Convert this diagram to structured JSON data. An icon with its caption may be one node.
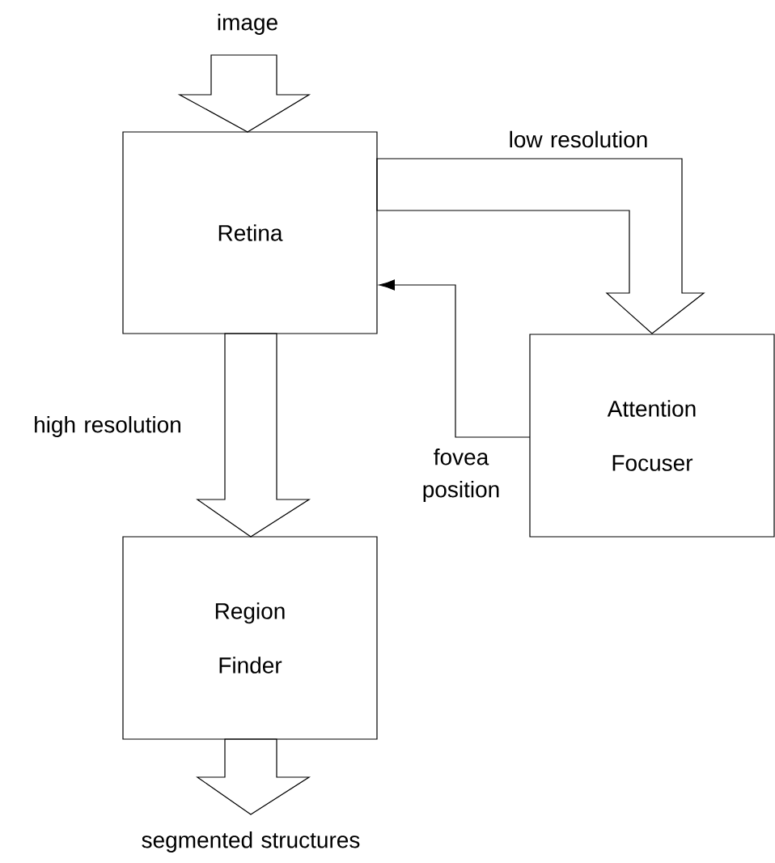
{
  "diagram": {
    "nodes": [
      {
        "text": [
          "image"
        ]
      },
      {
        "text": [
          "Retina"
        ]
      },
      {
        "text": [
          "Attention Focuser"
        ]
      },
      {
        "text": [
          "Region Finder"
        ]
      },
      {
        "text": [
          "segmented structures"
        ]
      }
    ],
    "edges": [
      {
        "from": 0,
        "to": 1,
        "arrow": "to"
      },
      {
        "from": 1,
        "to": 2,
        "arrow": "to",
        "label": "low resolution"
      },
      {
        "from": 1,
        "to": 3,
        "arrow": "to",
        "label": "high resolution"
      },
      {
        "from": 2,
        "to": 1,
        "arrow": "to",
        "label": "fovea position"
      },
      {
        "from": 3,
        "to": 4,
        "arrow": "to"
      }
    ]
  }
}
